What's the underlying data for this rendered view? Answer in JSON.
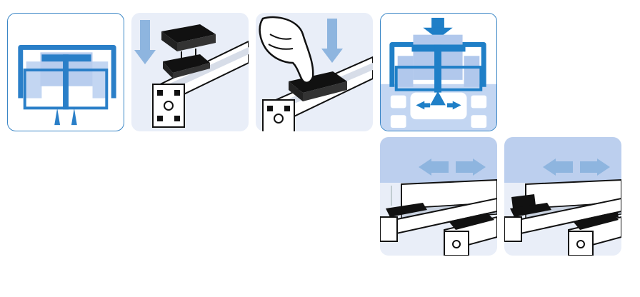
{
  "colors": {
    "accent_blue": "#1f7fc7",
    "light_blue": "#b9cdef",
    "panel_bg": "#e9eef8",
    "border_blue": "#3a86c6",
    "arrow_blue": "#8eb5df",
    "black": "#111111"
  },
  "panels": [
    {
      "name": "cross-section-before",
      "icon": "t-slot-cross-section-icon"
    },
    {
      "name": "place-clip",
      "icon": "down-arrow-icon"
    },
    {
      "name": "press-clip",
      "icon": "hand-press-icon"
    },
    {
      "name": "cross-section-after",
      "icon": "t-slot-locked-icon"
    },
    {
      "name": "slide-panel-1",
      "icon": "left-right-arrows-icon"
    },
    {
      "name": "slide-panel-2",
      "icon": "left-right-arrows-icon"
    }
  ]
}
